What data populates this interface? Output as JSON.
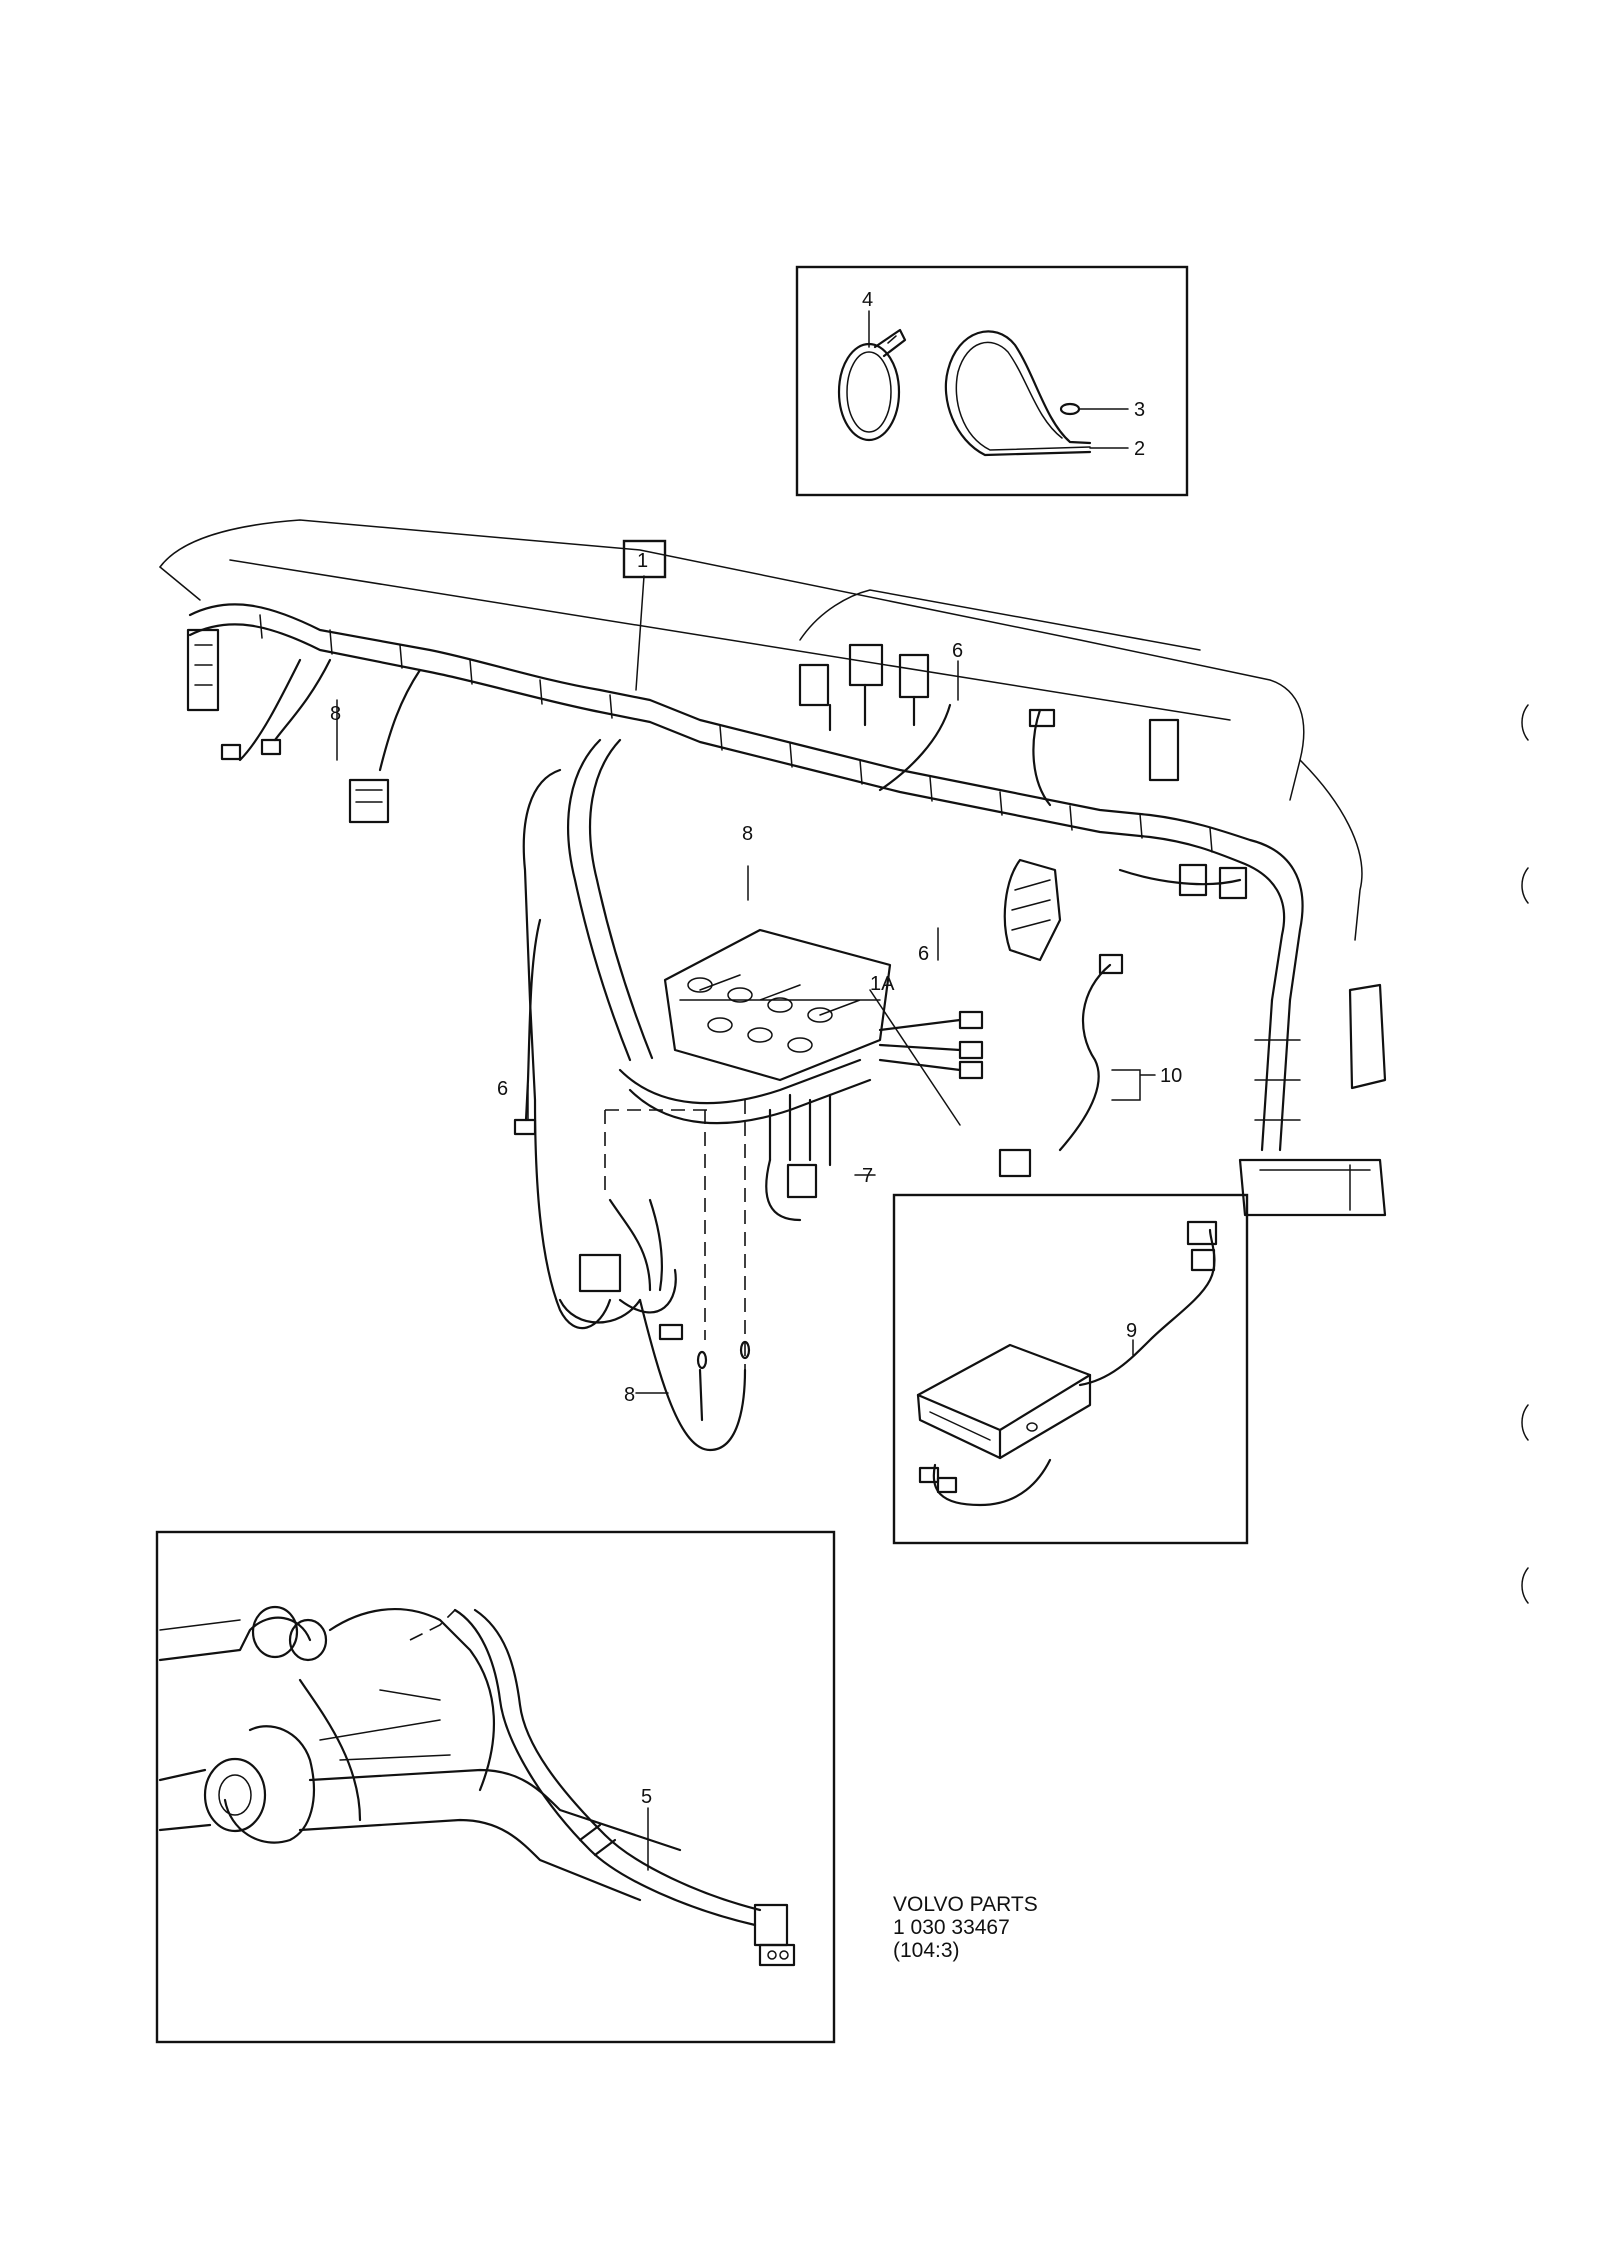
{
  "callouts": {
    "c1": "1",
    "c1a": "1A",
    "c2": "2",
    "c3": "3",
    "c4": "4",
    "c5": "5",
    "c6a": "6",
    "c6b": "6",
    "c6c": "6",
    "c7": "7",
    "c8a": "8",
    "c8b": "8",
    "c8c": "8",
    "c9": "9",
    "c10": "10"
  },
  "footer": {
    "line1": "VOLVO PARTS",
    "line2": "1 030  33467",
    "line3": "(104:3)"
  }
}
